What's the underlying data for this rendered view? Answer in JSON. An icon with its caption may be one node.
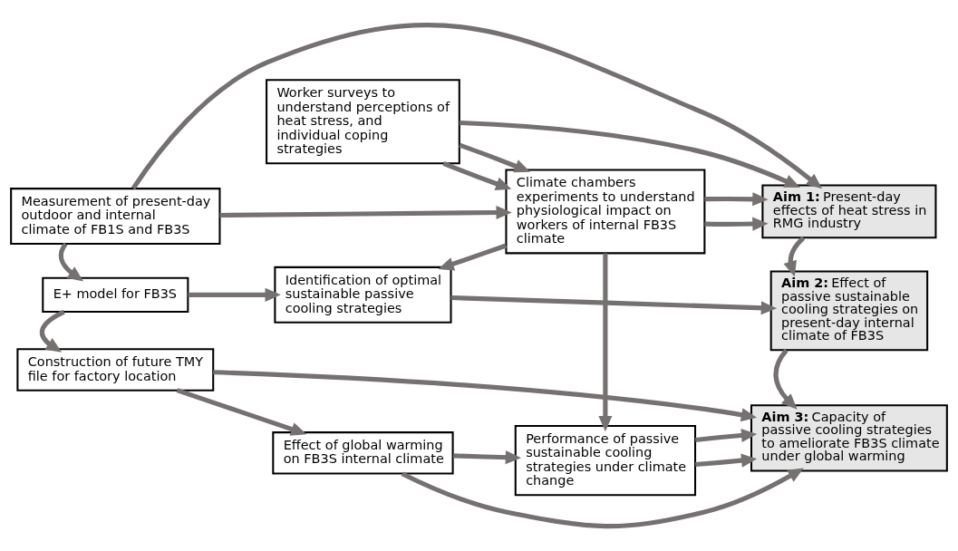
{
  "diagram": {
    "nodes": [
      {
        "text": [
          "Measurement of present-day outdoor and internal climate of FB1S and FB3S"
        ]
      },
      {
        "text": [
          "Worker surveys to understand perceptions of heat stress, and individual coping strategies"
        ]
      },
      {
        "text": [
          "Climate chambers experiments to understand physiological impact on workers of internal FB3S climate"
        ]
      },
      {
        "text": [
          "**Aim 1:** Present-day effects of heat stress in RMG industry"
        ]
      },
      {
        "text": [
          "E+ model for FB3S"
        ]
      },
      {
        "text": [
          "Identification of optimal sustainable passive cooling strategies"
        ]
      },
      {
        "text": [
          "**Aim 2:** Effect of passive sustainable cooling strategies on present-day internal climate of FB3S"
        ]
      },
      {
        "text": [
          "Construction of future TMY file for factory location"
        ]
      },
      {
        "text": [
          "Effect of global warming on FB3S internal climate"
        ]
      },
      {
        "text": [
          "Performance of passive sustainable cooling strategies under climate change"
        ]
      },
      {
        "text": [
          "**Aim 3:** Capacity of passive cooling strategies to ameliorate FB3S climate under global warming"
        ]
      }
    ],
    "edges": [
      {
        "from": 0,
        "to": 3,
        "arrow": "to"
      },
      {
        "from": 1,
        "to": 3,
        "arrow": "to"
      },
      {
        "from": 0,
        "to": 2,
        "arrow": "to"
      },
      {
        "from": 1,
        "to": 2,
        "arrow": "to"
      },
      {
        "from": 2,
        "to": 3,
        "arrow": "to"
      },
      {
        "from": 1,
        "to": 2,
        "arrow": "to"
      },
      {
        "from": 2,
        "to": 3,
        "arrow": "to"
      },
      {
        "from": 3,
        "to": 6,
        "arrow": "to"
      },
      {
        "from": 0,
        "to": 4,
        "arrow": "to"
      },
      {
        "from": 4,
        "to": 5,
        "arrow": "to"
      },
      {
        "from": 2,
        "to": 5,
        "arrow": "to"
      },
      {
        "from": 2,
        "to": 9,
        "arrow": "to"
      },
      {
        "from": 5,
        "to": 6,
        "arrow": "to"
      },
      {
        "from": 6,
        "to": 10,
        "arrow": "to"
      },
      {
        "from": 4,
        "to": 7,
        "arrow": "to"
      },
      {
        "from": 7,
        "to": 8,
        "arrow": "to"
      },
      {
        "from": 8,
        "to": 9,
        "arrow": "to"
      },
      {
        "from": 9,
        "to": 10,
        "arrow": "to"
      },
      {
        "from": 7,
        "to": 10,
        "arrow": "to"
      },
      {
        "from": 8,
        "to": 10,
        "arrow": "to"
      },
      {
        "from": 9,
        "to": 10,
        "arrow": "to"
      }
    ]
  }
}
